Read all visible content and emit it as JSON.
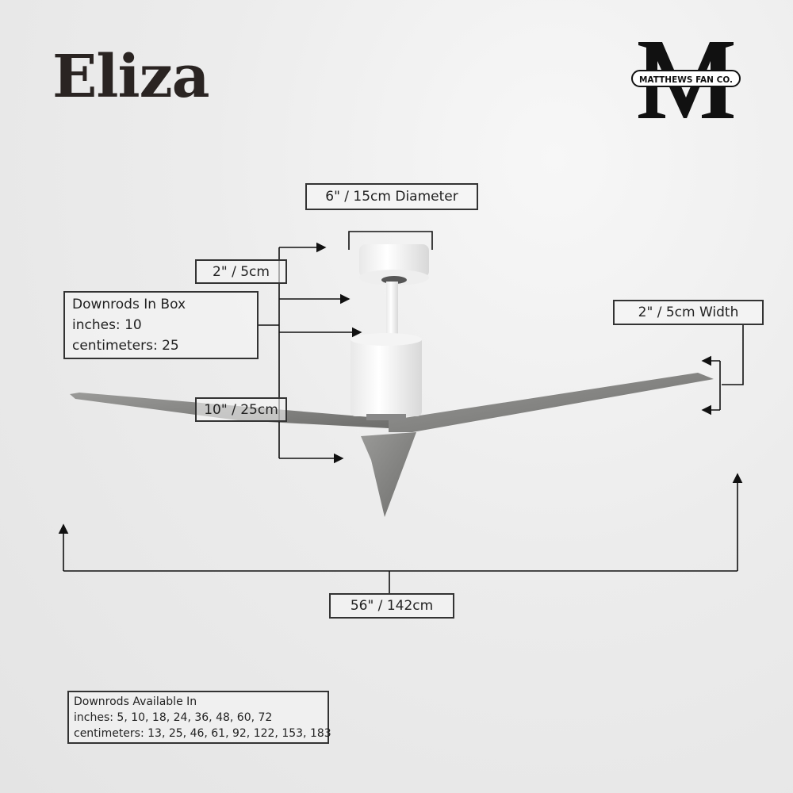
{
  "title": "Eliza",
  "brand": {
    "logo_letter": "M",
    "name": "MATTHEWS FAN CO."
  },
  "labels": {
    "diameter": "6\" / 15cm Diameter",
    "canopy_height": "2\" / 5cm",
    "blade_width": "2\" / 5cm Width",
    "motor_height": "10\" / 25cm",
    "span": "56\" / 142cm"
  },
  "downrods_in_box": {
    "heading": "Downrods In Box",
    "inches": "inches: 10",
    "centimeters": "centimeters: 25"
  },
  "downrods_available": {
    "heading": "Downrods Available In",
    "inches": "inches: 5, 10, 18, 24, 36, 48, 60, 72",
    "centimeters": "centimeters: 13, 25, 46, 61, 92, 122, 153, 183"
  }
}
